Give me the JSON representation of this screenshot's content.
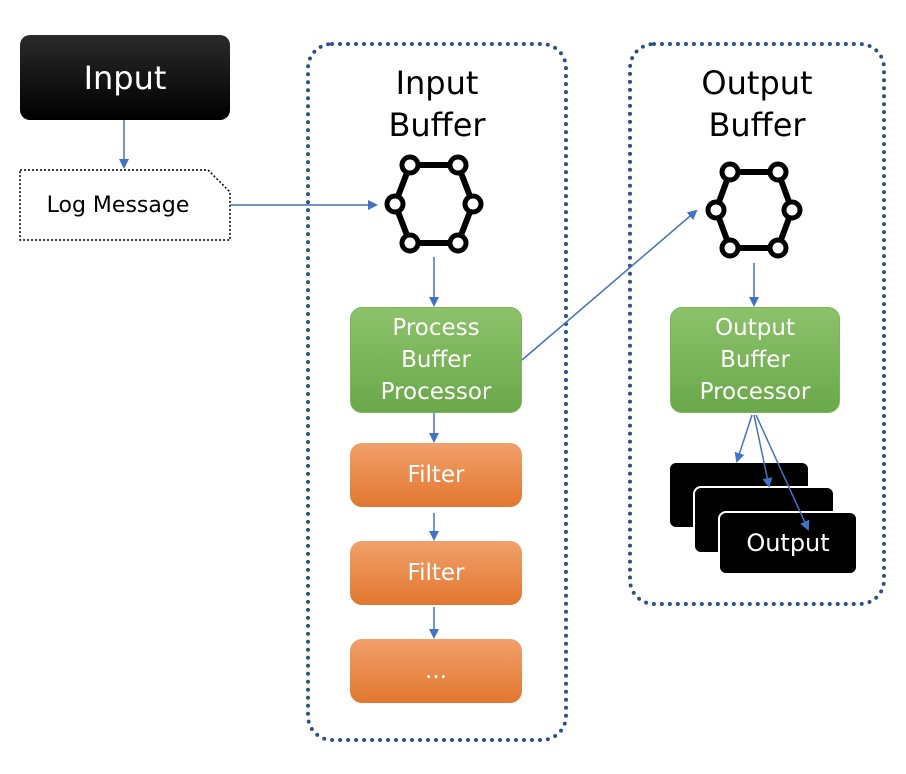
{
  "input": {
    "label": "Input"
  },
  "log_message": {
    "label": "Log Message"
  },
  "input_buffer": {
    "title_line1": "Input",
    "title_line2": "Buffer",
    "processor_line1": "Process",
    "processor_line2": "Buffer",
    "processor_line3": "Processor",
    "filters": [
      "Filter",
      "Filter",
      "..."
    ]
  },
  "output_buffer": {
    "title_line1": "Output",
    "title_line2": "Buffer",
    "processor_line1": "Output",
    "processor_line2": "Buffer",
    "processor_line3": "Processor",
    "output_label": "Output"
  },
  "colors": {
    "frame": "#2f4f86",
    "arrow": "#4472c4",
    "processor_green": "#70ad47",
    "filter_orange": "#ed7d31"
  },
  "icons": [
    "ring-buffer-icon",
    "ring-buffer-icon"
  ]
}
